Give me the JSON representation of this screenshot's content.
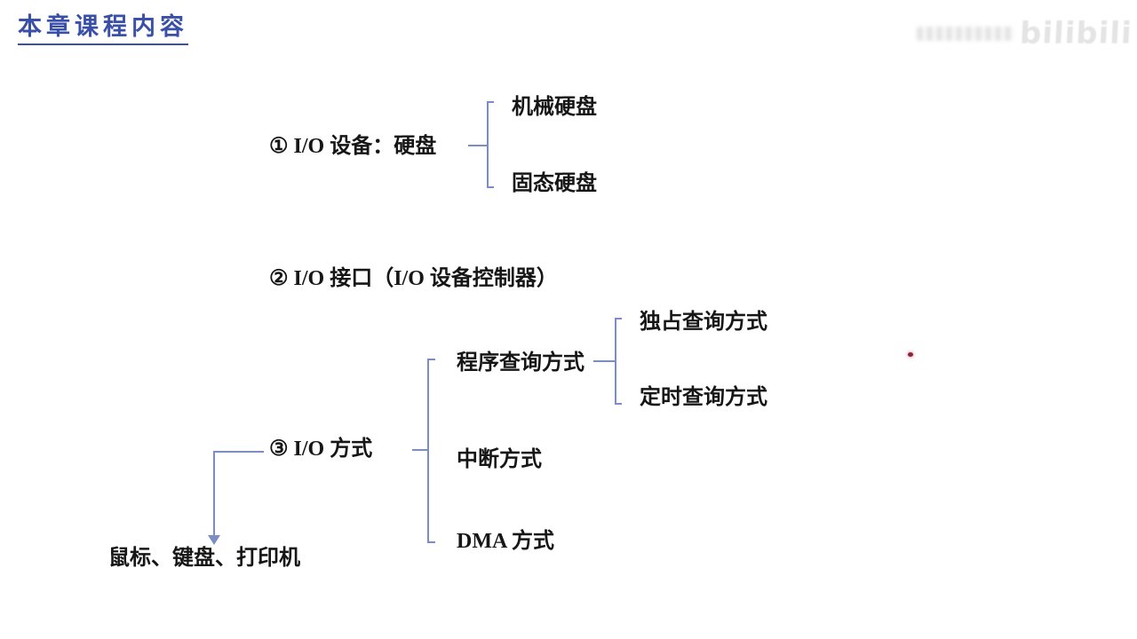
{
  "page": {
    "title": "本章课程内容"
  },
  "watermark": {
    "logo": "bilibili"
  },
  "colors": {
    "title_blue": "#3a50a8",
    "connector_blue": "#7b8cc7",
    "text_black": "#161616",
    "laser_dot_red": "#8e2433",
    "watermark_gray": "#e4e4e4"
  },
  "tree": {
    "items": {
      "io_device": "① I/O 设备：硬盘",
      "hdd": "机械硬盘",
      "ssd": "固态硬盘",
      "io_interface": "② I/O 接口（I/O 设备控制器）",
      "io_method": "③ I/O 方式",
      "program_query": "程序查询方式",
      "exclusive_query": "独占查询方式",
      "timed_query": "定时查询方式",
      "interrupt": "中断方式",
      "dma": "DMA 方式",
      "examples": "鼠标、键盘、打印机"
    }
  }
}
